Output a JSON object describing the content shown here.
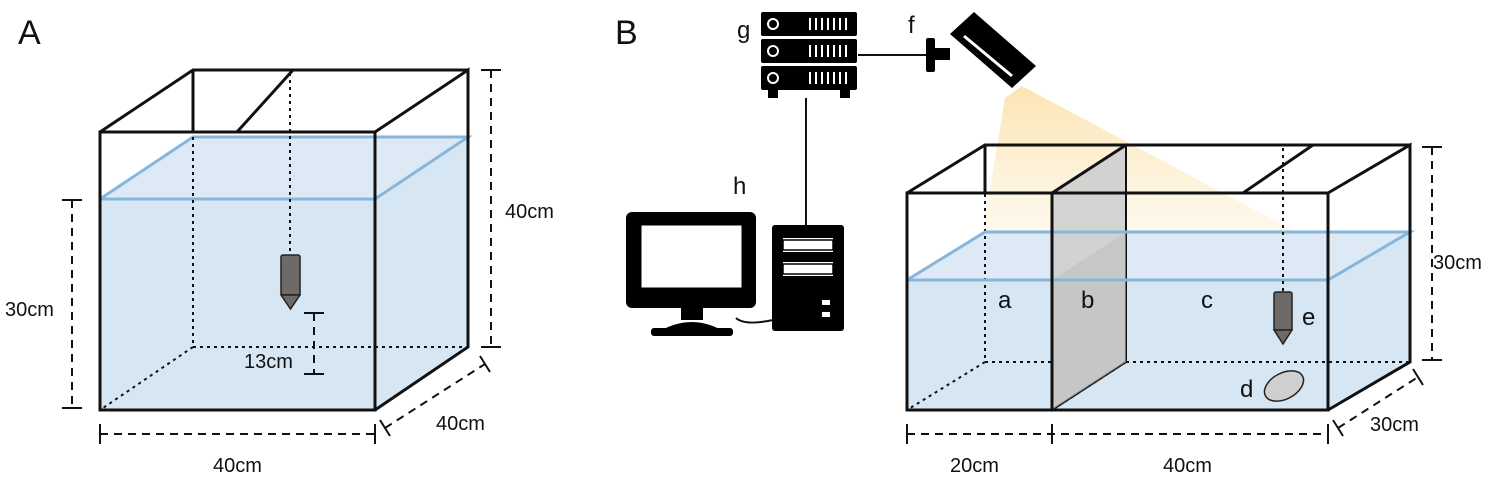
{
  "panel_a": {
    "letter": "A",
    "dim_height": "30cm",
    "dim_tank_height": "40cm",
    "dim_width": "40cm",
    "dim_depth": "40cm",
    "dim_probe_gap": "13cm"
  },
  "panel_b": {
    "letter": "B",
    "label_g": "g",
    "label_f": "f",
    "label_h": "h",
    "label_a": "a",
    "label_b": "b",
    "label_c": "c",
    "label_d": "d",
    "label_e": "e",
    "dim_height": "30cm",
    "dim_left": "20cm",
    "dim_right": "40cm",
    "dim_depth": "30cm"
  },
  "colors": {
    "water": "#d6e6f3",
    "water_line": "#86b6dc",
    "divider": "#cfcfcf",
    "probe": "#6e6a68",
    "light_beam": "#fbe6b8"
  }
}
